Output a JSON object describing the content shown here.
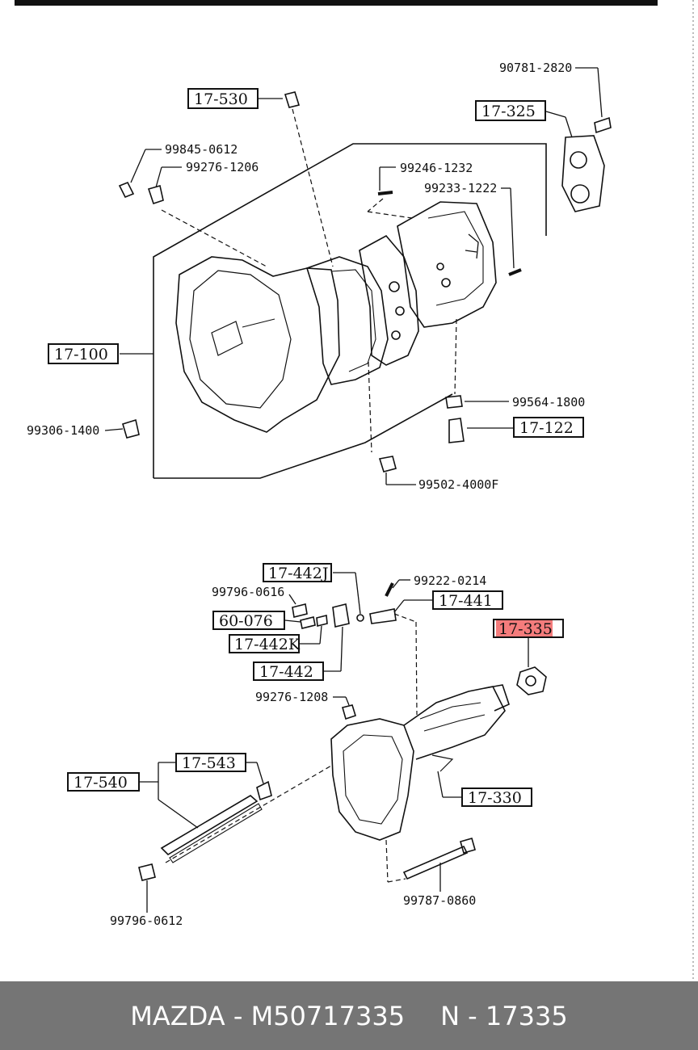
{
  "upper_group": {
    "labels": {
      "l_17_530": "17-530",
      "l_17_325": "17-325",
      "l_90781_2820": "90781-2820",
      "l_99845_0612": "99845-0612",
      "l_99276_1206": "99276-1206",
      "l_99246_1232": "99246-1232",
      "l_99233_1222": "99233-1222",
      "l_17_100": "17-100",
      "l_99564_1800": "99564-1800",
      "l_17_122": "17-122",
      "l_99306_1400": "99306-1400",
      "l_99502_4000F": "99502-4000F"
    }
  },
  "lower_group": {
    "labels": {
      "l_17_442J": "17-442J",
      "l_99222_0214": "99222-0214",
      "l_99796_0616": "99796-0616",
      "l_17_441": "17-441",
      "l_60_076": "60-076",
      "l_17_442K": "17-442K",
      "l_17_442": "17-442",
      "l_17_335": "17-335",
      "l_99276_1208": "99276-1208",
      "l_17_543": "17-543",
      "l_17_540": "17-540",
      "l_17_330": "17-330",
      "l_99796_0612": "99796-0612",
      "l_99787_0860": "99787-0860"
    }
  },
  "highlight_color": "#f47c7c",
  "footer": {
    "brand_part": "MAZDA - M50717335",
    "n_part": "N - 17335"
  }
}
